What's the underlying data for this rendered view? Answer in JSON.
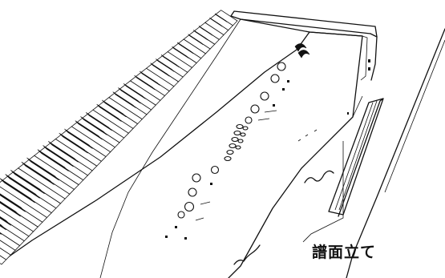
{
  "callout": {
    "label": "譜面立て"
  },
  "icons": [
    "music-rest",
    "stage-piano",
    "control-knob",
    "brand-logo"
  ]
}
